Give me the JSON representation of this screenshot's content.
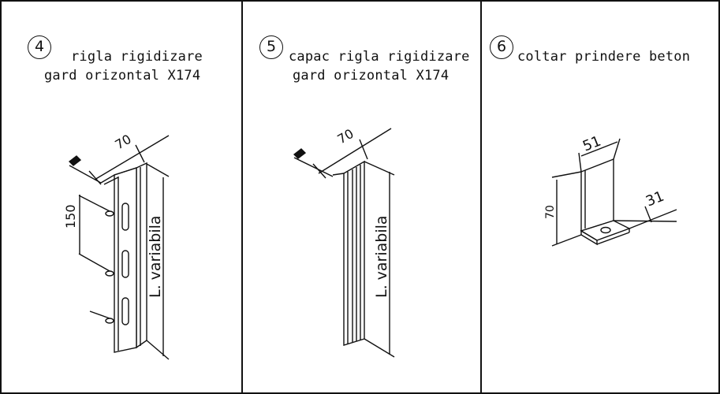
{
  "items": [
    {
      "number": "4",
      "line1": "rigla rigidizare",
      "line2": "gard orizontal X174",
      "dim_width": "70",
      "dim_spacing": "150",
      "dim_length": "L. variabila"
    },
    {
      "number": "5",
      "line1": "capac rigla rigidizare",
      "line2": "gard orizontal X174",
      "dim_width": "70",
      "dim_length": "L. variabila"
    },
    {
      "number": "6",
      "line1": "coltar prindere beton",
      "dim_top": "51",
      "dim_side": "31",
      "dim_height": "70"
    }
  ]
}
